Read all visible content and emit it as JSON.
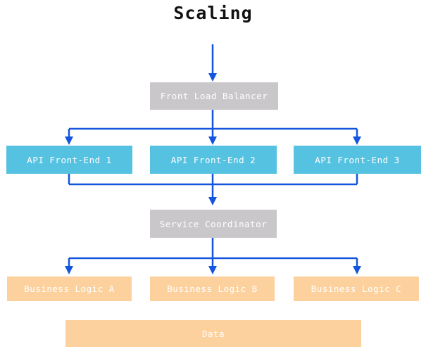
{
  "title": "Scaling",
  "colors": {
    "background": "#ffffff",
    "title_text": "#111111",
    "node_label_text": "#ffffff",
    "arrow": "#1355dc",
    "gray_node": "#cac7ca",
    "cyan_node": "#55c2e1",
    "orange_node": "#fdd19e"
  },
  "nodes": {
    "front_load_balancer": {
      "label": "Front Load Balancer",
      "color": "gray_node"
    },
    "api_front_end_1": {
      "label": "API Front-End 1",
      "color": "cyan_node"
    },
    "api_front_end_2": {
      "label": "API Front-End 2",
      "color": "cyan_node"
    },
    "api_front_end_3": {
      "label": "API Front-End 3",
      "color": "cyan_node"
    },
    "service_coordinator": {
      "label": "Service Coordinator",
      "color": "gray_node"
    },
    "business_logic_a": {
      "label": "Business Logic A",
      "color": "orange_node"
    },
    "business_logic_b": {
      "label": "Business Logic B",
      "color": "orange_node"
    },
    "business_logic_c": {
      "label": "Business Logic C",
      "color": "orange_node"
    },
    "data": {
      "label": "Data",
      "color": "orange_node"
    }
  },
  "edges": [
    {
      "from": "entry",
      "to": "front_load_balancer"
    },
    {
      "from": "front_load_balancer",
      "to": "api_front_end_1"
    },
    {
      "from": "front_load_balancer",
      "to": "api_front_end_2"
    },
    {
      "from": "front_load_balancer",
      "to": "api_front_end_3"
    },
    {
      "from": "api_front_end_1",
      "to": "service_coordinator"
    },
    {
      "from": "api_front_end_2",
      "to": "service_coordinator"
    },
    {
      "from": "api_front_end_3",
      "to": "service_coordinator"
    },
    {
      "from": "service_coordinator",
      "to": "business_logic_a"
    },
    {
      "from": "service_coordinator",
      "to": "business_logic_b"
    },
    {
      "from": "service_coordinator",
      "to": "business_logic_c"
    }
  ]
}
